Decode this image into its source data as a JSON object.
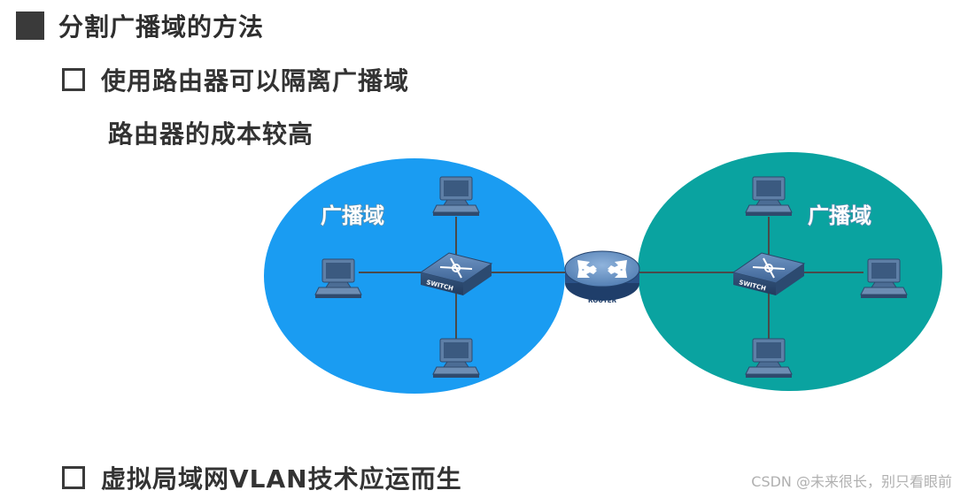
{
  "heading": {
    "text": "分割广播域的方法"
  },
  "items": [
    {
      "text": "使用路由器可以隔离广播域",
      "note": "路由器的成本较高"
    },
    {
      "text": "虚拟局域网VLAN技术应运而生"
    }
  ],
  "diagram": {
    "left_domain": {
      "label": "广播域",
      "color": "#1a9cf2"
    },
    "right_domain": {
      "label": "广播域",
      "color": "#0aa3a0"
    },
    "switch_label": "SWITCH",
    "router_label": "ROUTER"
  },
  "watermark": "CSDN @未来很长，别只看眼前",
  "colors": {
    "text": "#333333",
    "left_domain": "#1a9cf2",
    "right_domain": "#0aa3a0",
    "device": "#4a6f9c"
  }
}
